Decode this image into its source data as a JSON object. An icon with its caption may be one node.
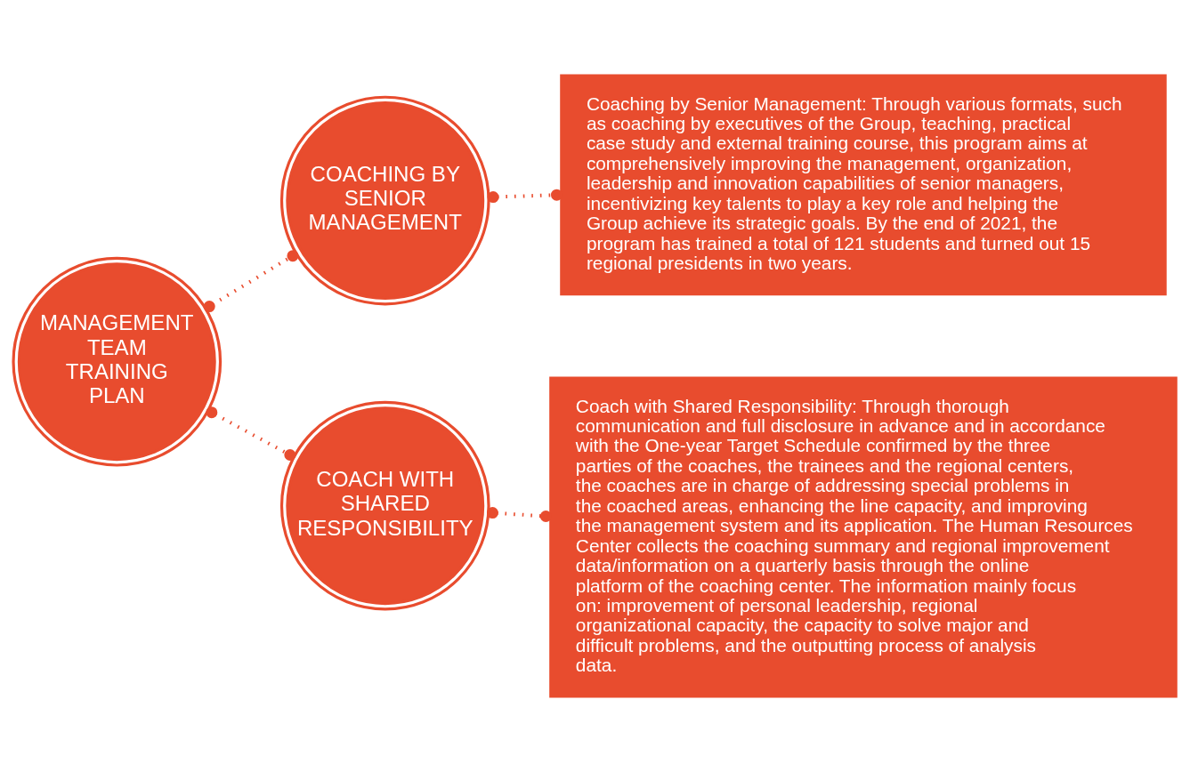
{
  "diagram": {
    "nodes": [
      {
        "text": [
          "MANAGEMENT TEAM TRAINING PLAN"
        ]
      },
      {
        "text": [
          "COACHING BY SENIOR MANAGEMENT"
        ]
      },
      {
        "text": [
          "Coaching by Senior Management: Through various formats, such as coaching by executives of the Group, teaching, practical case study and external training course, this program aims at comprehensively improving the management, organization, leadership and innovation capabilities of senior managers, incentivizing key talents to play a key role and helping the Group achieve its strategic goals. By the end of 2021, the program has trained a total of 121 students and turned out 15 regional presidents in two years."
        ]
      },
      {
        "text": [
          "COACH WITH SHARED RESPONSIBILITY"
        ]
      },
      {
        "text": [
          "Coach with Shared Responsibility: Through thorough communication and full disclosure in advance and in accordance with the One-year Target Schedule confirmed by the three parties of the coaches, the trainees and the regional centers, the coaches are in charge of addressing special problems in the coached areas, enhancing the line capacity, and improving the management system and its application. The Human Resources Center collects the coaching summary and regional improvement data/information on a quarterly basis through the online platform of the coaching center. The information mainly focus on: improvement of personal leadership, regional organizational capacity, the capacity to solve major and difficult problems, and the outputting process of analysis data."
        ]
      }
    ],
    "edges": [
      {
        "from": 0,
        "to": 1,
        "arrow": "other",
        "style": "dashed"
      },
      {
        "from": 0,
        "to": 3,
        "arrow": "other",
        "style": "dashed"
      },
      {
        "from": 1,
        "to": 2,
        "arrow": "other",
        "style": "dashed"
      },
      {
        "from": 3,
        "to": 4,
        "arrow": "other",
        "style": "dashed"
      }
    ]
  }
}
